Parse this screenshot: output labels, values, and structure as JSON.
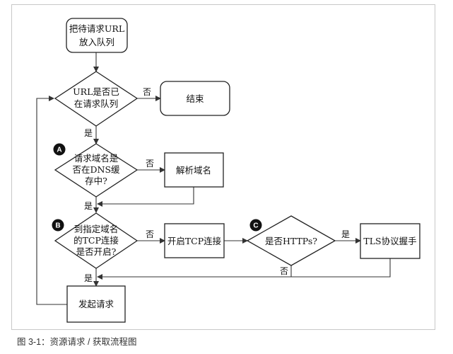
{
  "nodes": {
    "enqueue": [
      "把待请求URL",
      "放入队列"
    ],
    "in_queue": [
      "URL是否已",
      "在请求队列"
    ],
    "end": [
      "结束"
    ],
    "dns_cached": [
      "请求域名是",
      "否在DNS缓",
      "存中?"
    ],
    "resolve": [
      "解析域名"
    ],
    "tcp_open": [
      "到指定域名",
      "的TCP连接",
      "是否开启?"
    ],
    "open_tcp": [
      "开启TCP连接"
    ],
    "is_https": [
      "是否HTTPs?"
    ],
    "tls": [
      "TLS协议握手"
    ],
    "send": [
      "发起请求"
    ]
  },
  "edge_labels": {
    "no_1": "否",
    "yes_1": "是",
    "no_2": "否",
    "yes_2": "是",
    "no_3": "否",
    "yes_3": "是",
    "no_4": "否",
    "yes_4": "是"
  },
  "markers": {
    "a": "A",
    "b": "B",
    "c": "C"
  },
  "caption": "图 3-1：资源请求 / 获取流程图"
}
